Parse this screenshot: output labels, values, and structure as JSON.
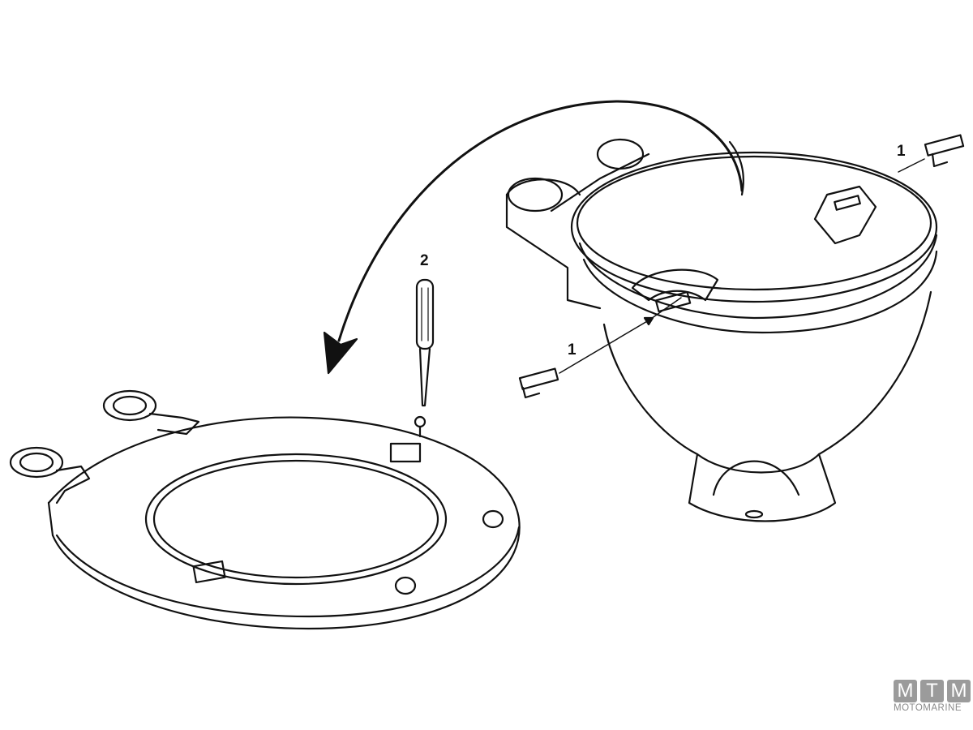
{
  "callouts": {
    "part_1_top": "1",
    "part_1_bottom": "1",
    "part_2": "2"
  },
  "logo": {
    "letters": [
      "M",
      "T",
      "M"
    ],
    "name": "MOTOMARINE"
  }
}
